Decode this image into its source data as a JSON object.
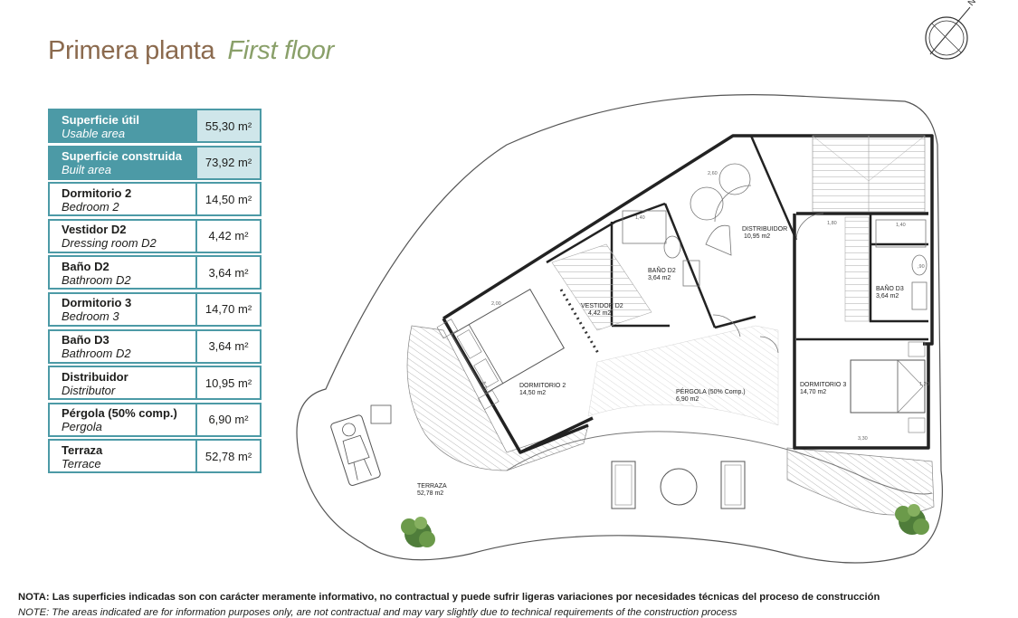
{
  "title": {
    "es": "Primera planta",
    "en": "First floor"
  },
  "compass": {
    "label": "N"
  },
  "areas": [
    {
      "es": "Superficie útil",
      "en": "Usable area",
      "value": "55,30 m²",
      "highlight": true
    },
    {
      "es": "Superficie construida",
      "en": "Built area",
      "value": "73,92 m²",
      "highlight": true
    },
    {
      "es": "Dormitorio 2",
      "en": "Bedroom 2",
      "value": "14,50 m²"
    },
    {
      "es": "Vestidor D2",
      "en": "Dressing room D2",
      "value": "4,42 m²"
    },
    {
      "es": "Baño D2",
      "en": "Bathroom D2",
      "value": "3,64 m²"
    },
    {
      "es": "Dormitorio 3",
      "en": "Bedroom 3",
      "value": "14,70 m²"
    },
    {
      "es": "Baño D3",
      "en": "Bathroom D2",
      "value": "3,64 m²"
    },
    {
      "es": "Distribuidor",
      "en": "Distributor",
      "value": "10,95 m²"
    },
    {
      "es": "Pérgola (50% comp.)",
      "en": "Pergola",
      "value": "6,90 m²"
    },
    {
      "es": "Terraza",
      "en": "Terrace",
      "value": "52,78 m²"
    }
  ],
  "plan": {
    "rooms": {
      "distribuidor": {
        "name": "DISTRIBUIDOR",
        "area": "10,95 m2"
      },
      "bano_d2": {
        "name": "BAÑO D2",
        "area": "3,64 m2"
      },
      "bano_d3": {
        "name": "BAÑO D3",
        "area": "3,64 m2"
      },
      "vestidor_d2": {
        "name": "VESTIDOR D2",
        "area": "4,42 m2"
      },
      "dormitorio_2": {
        "name": "DORMITORIO 2",
        "area": "14,50 m2"
      },
      "pergola": {
        "name": "PÉRGOLA (50% Comp.)",
        "area": "6,90 m2"
      },
      "dormitorio_3": {
        "name": "DORMITORIO 3",
        "area": "14,70 m2"
      },
      "terraza": {
        "name": "TERRAZA",
        "area": "52,78 m2"
      }
    },
    "dims": {
      "d260": "2,60",
      "d140a": "1,40",
      "d180": "1,80",
      "d140b": "1,40",
      "d200": "2,00",
      "d570": "5,70",
      "d330": "3,30",
      "d120": "1,20",
      "d90": ",90"
    }
  },
  "note": "NOTA: Las superficies indicadas son con carácter meramente informativo, no contractual y puede sufrir ligeras variaciones por necesidades técnicas del proceso de construcción",
  "note_en": "NOTE: The areas indicated are for information purposes only, are not contractual and may vary slightly due to technical requirements of the construction process"
}
